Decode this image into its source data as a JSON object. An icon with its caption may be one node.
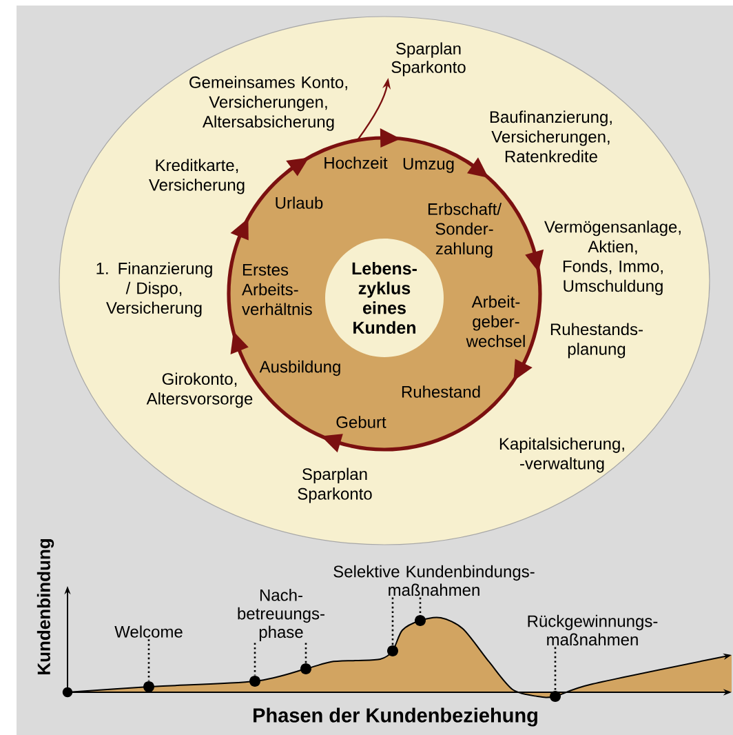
{
  "diagram": {
    "nodes": [
      {
        "text": [
          "Lebens- zyklus eines Kunden"
        ]
      },
      {
        "text": [
          "Sparplan Sparkonto"
        ]
      },
      {
        "text": [
          "Welcome"
        ]
      },
      {
        "text": [
          "Nach- betreuungs- phase"
        ]
      },
      {
        "text": [
          "Selektive Kundenbindungs- maßnahmen"
        ]
      },
      {
        "text": [
          "Rückgewinnungs- maßnahmen"
        ]
      },
      {
        "text": [],
        "shape": "circle"
      },
      {
        "text": [],
        "shape": "circle"
      },
      {
        "text": [],
        "shape": "circle"
      },
      {
        "text": [],
        "shape": "circle"
      },
      {
        "text": [],
        "shape": "circle"
      },
      {
        "text": [],
        "shape": "circle"
      }
    ],
    "edges": [
      {
        "from": null,
        "to": 1,
        "arrow": "to",
        "color": "#7b1010"
      },
      {
        "from": 2,
        "to": 6,
        "arrow": "none",
        "style": "dashed"
      },
      {
        "from": 3,
        "to": 7,
        "arrow": "none",
        "style": "dashed"
      },
      {
        "from": 3,
        "to": 8,
        "arrow": "none",
        "style": "dashed"
      },
      {
        "from": 4,
        "to": 9,
        "arrow": "none",
        "style": "dashed"
      },
      {
        "from": 4,
        "to": 10,
        "arrow": "none",
        "style": "dashed"
      },
      {
        "from": 5,
        "to": 11,
        "arrow": "none",
        "style": "dashed"
      }
    ],
    "labels": [
      "Gemeinsames Konto, Versicherungen, Altersabsicherung",
      "Baufinanzierung, Versicherungen, Ratenkredite",
      "Kreditkarte, Versicherung",
      "Hochzeit",
      "Umzug",
      "Urlaub",
      "Erbschaft/ Sonder- zahlung",
      "Vermögensanlage, Aktien, Fonds, Immo, Umschuldung",
      "1. Finanzierung / Dispo, Versicherung",
      "Erstes Arbeits- verhältnis",
      "Arbeit- geber- wechsel",
      "Ruhestands- planung",
      "Girokonto, Altersvorsorge",
      "Ausbildung",
      "Ruhestand",
      "Geburt",
      "Kapitalsicherung, -verwaltung",
      "Sparplan Sparkonto",
      "Kundenbindung",
      "Phasen der Kundenbeziehung"
    ]
  }
}
